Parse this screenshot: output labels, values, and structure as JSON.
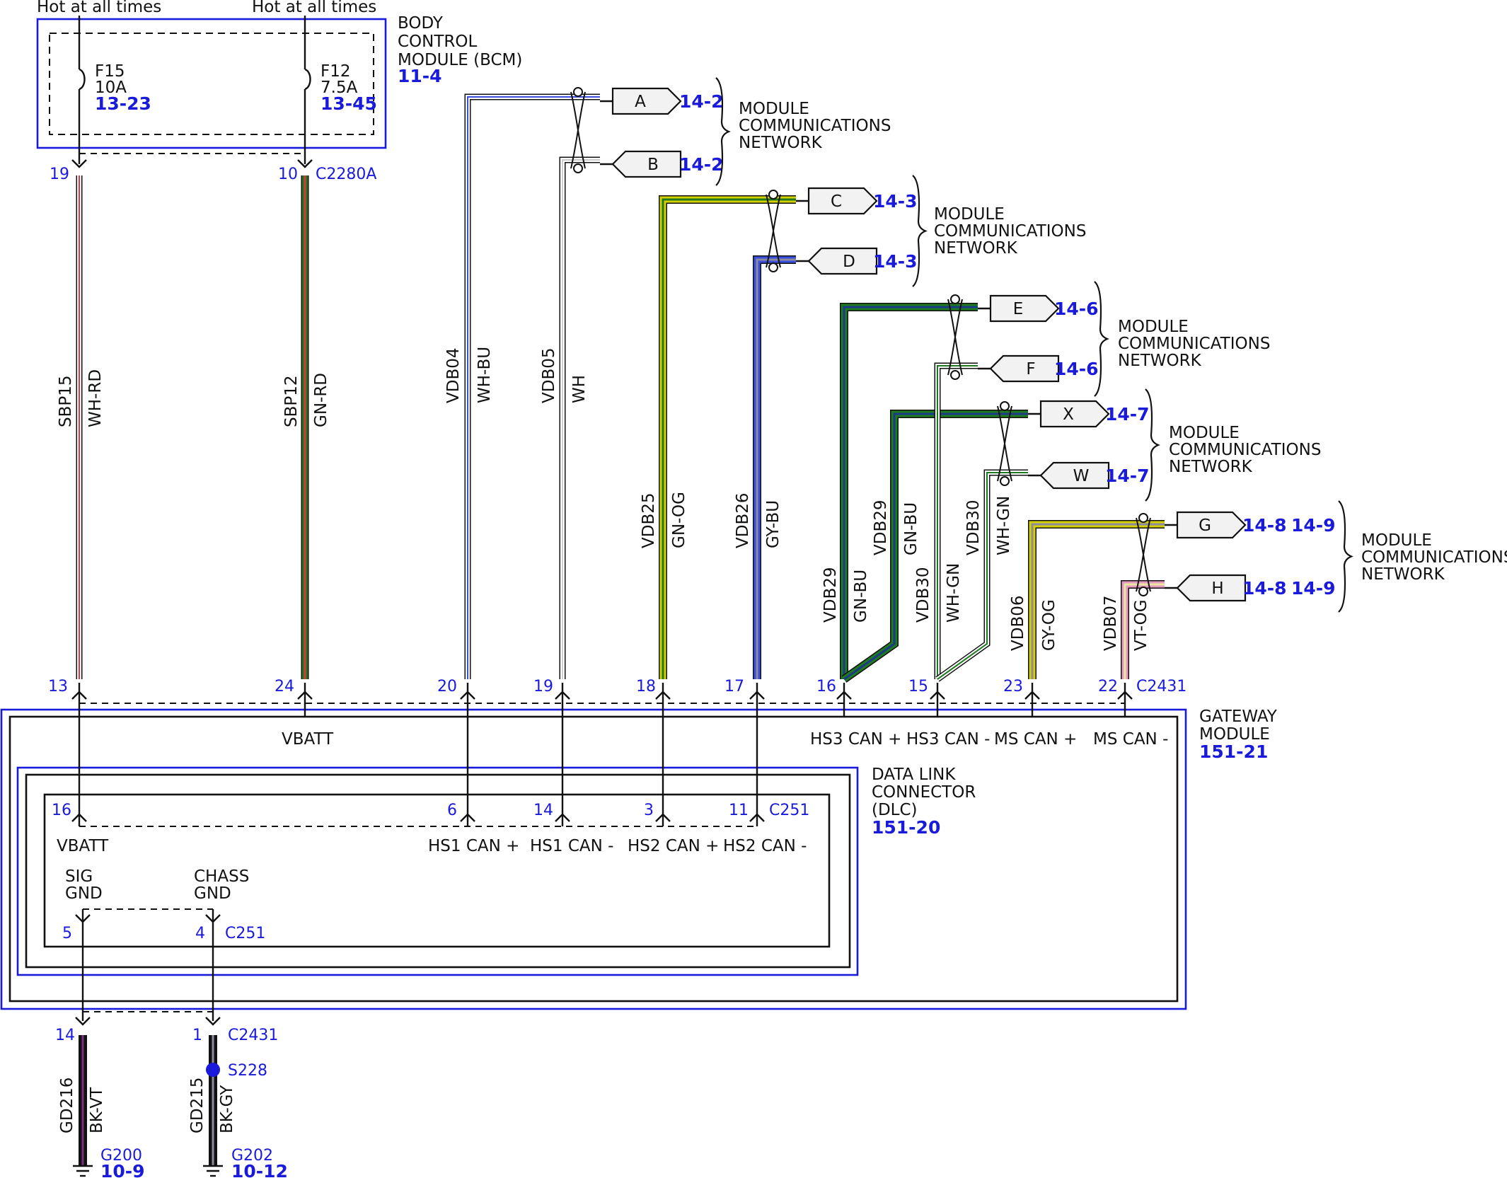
{
  "hot_labels": [
    "Hot at all times",
    "Hot at all times"
  ],
  "bcm": {
    "lines": [
      "BODY",
      "CONTROL",
      "MODULE (BCM)"
    ],
    "ref": "11-4",
    "fuses": [
      {
        "name": "F15",
        "rating": "10A",
        "ref": "13-23"
      },
      {
        "name": "F12",
        "rating": "7.5A",
        "ref": "13-45"
      }
    ],
    "pins": [
      "19",
      "10"
    ],
    "connector": "C2280A"
  },
  "circuits": [
    {
      "circuit": "SBP15",
      "color": "WH-RD"
    },
    {
      "circuit": "SBP12",
      "color": "GN-RD"
    },
    {
      "circuit": "VDB04",
      "color": "WH-BU"
    },
    {
      "circuit": "VDB05",
      "color": "WH"
    },
    {
      "circuit": "VDB25",
      "color": "GN-OG"
    },
    {
      "circuit": "VDB26",
      "color": "GY-BU"
    },
    {
      "circuit": "VDB29",
      "color": "GN-BU"
    },
    {
      "circuit": "VDB29",
      "color": "GN-BU"
    },
    {
      "circuit": "VDB30",
      "color": "WH-GN"
    },
    {
      "circuit": "VDB30",
      "color": "WH-GN"
    },
    {
      "circuit": "VDB06",
      "color": "GY-OG"
    },
    {
      "circuit": "VDB07",
      "color": "VT-OG"
    }
  ],
  "connectors": [
    {
      "letter": "A",
      "ref": "14-2"
    },
    {
      "letter": "B",
      "ref": "14-2"
    },
    {
      "letter": "C",
      "ref": "14-3"
    },
    {
      "letter": "D",
      "ref": "14-3"
    },
    {
      "letter": "E",
      "ref": "14-6"
    },
    {
      "letter": "F",
      "ref": "14-6"
    },
    {
      "letter": "X",
      "ref": "14-7"
    },
    {
      "letter": "W",
      "ref": "14-7"
    },
    {
      "letter": "G",
      "ref": "14-8",
      "ref2": "14-9"
    },
    {
      "letter": "H",
      "ref": "14-8",
      "ref2": "14-9"
    }
  ],
  "network_label": [
    "MODULE",
    "COMMUNICATIONS",
    "NETWORK"
  ],
  "gateway": {
    "lines": [
      "GATEWAY",
      "MODULE"
    ],
    "ref": "151-21",
    "pins": [
      "13",
      "24",
      "20",
      "19",
      "18",
      "17",
      "16",
      "15",
      "23",
      "22"
    ],
    "connector": "C2431",
    "signals": [
      "VBATT",
      "HS3 CAN +",
      "HS3 CAN -",
      "MS CAN +",
      "MS CAN -"
    ]
  },
  "dlc": {
    "lines": [
      "DATA LINK",
      "CONNECTOR",
      "(DLC)"
    ],
    "ref": "151-20",
    "pins": [
      "16",
      "6",
      "14",
      "3",
      "11"
    ],
    "connector": "C251",
    "signals": [
      "VBATT",
      "HS1 CAN +",
      "HS1 CAN -",
      "HS2 CAN +",
      "HS2 CAN -"
    ],
    "ground_labels": [
      [
        "SIG",
        "GND"
      ],
      [
        "CHASS",
        "GND"
      ]
    ],
    "ground_pins": [
      "5",
      "4"
    ],
    "ground_connector": "C251"
  },
  "grounds": {
    "pins": [
      "14",
      "1"
    ],
    "connector": "C2431",
    "splice": "S228",
    "wires": [
      {
        "circuit": "GD216",
        "color": "BK-VT",
        "ground": "G200",
        "ref": "10-9"
      },
      {
        "circuit": "GD215",
        "color": "BK-GY",
        "ground": "G202",
        "ref": "10-12"
      }
    ]
  },
  "wire_colors": {
    "white": "#ffffff",
    "red": "#e8323c",
    "green": "#1f7a1f",
    "blue": "#3a4ee0",
    "orange": "#d4d000",
    "gray": "#8b8b9b",
    "violet": "#e79ac0",
    "black": "#111111",
    "module_fill": "#f2f2f2",
    "ref_blue": "#1a1adb"
  }
}
